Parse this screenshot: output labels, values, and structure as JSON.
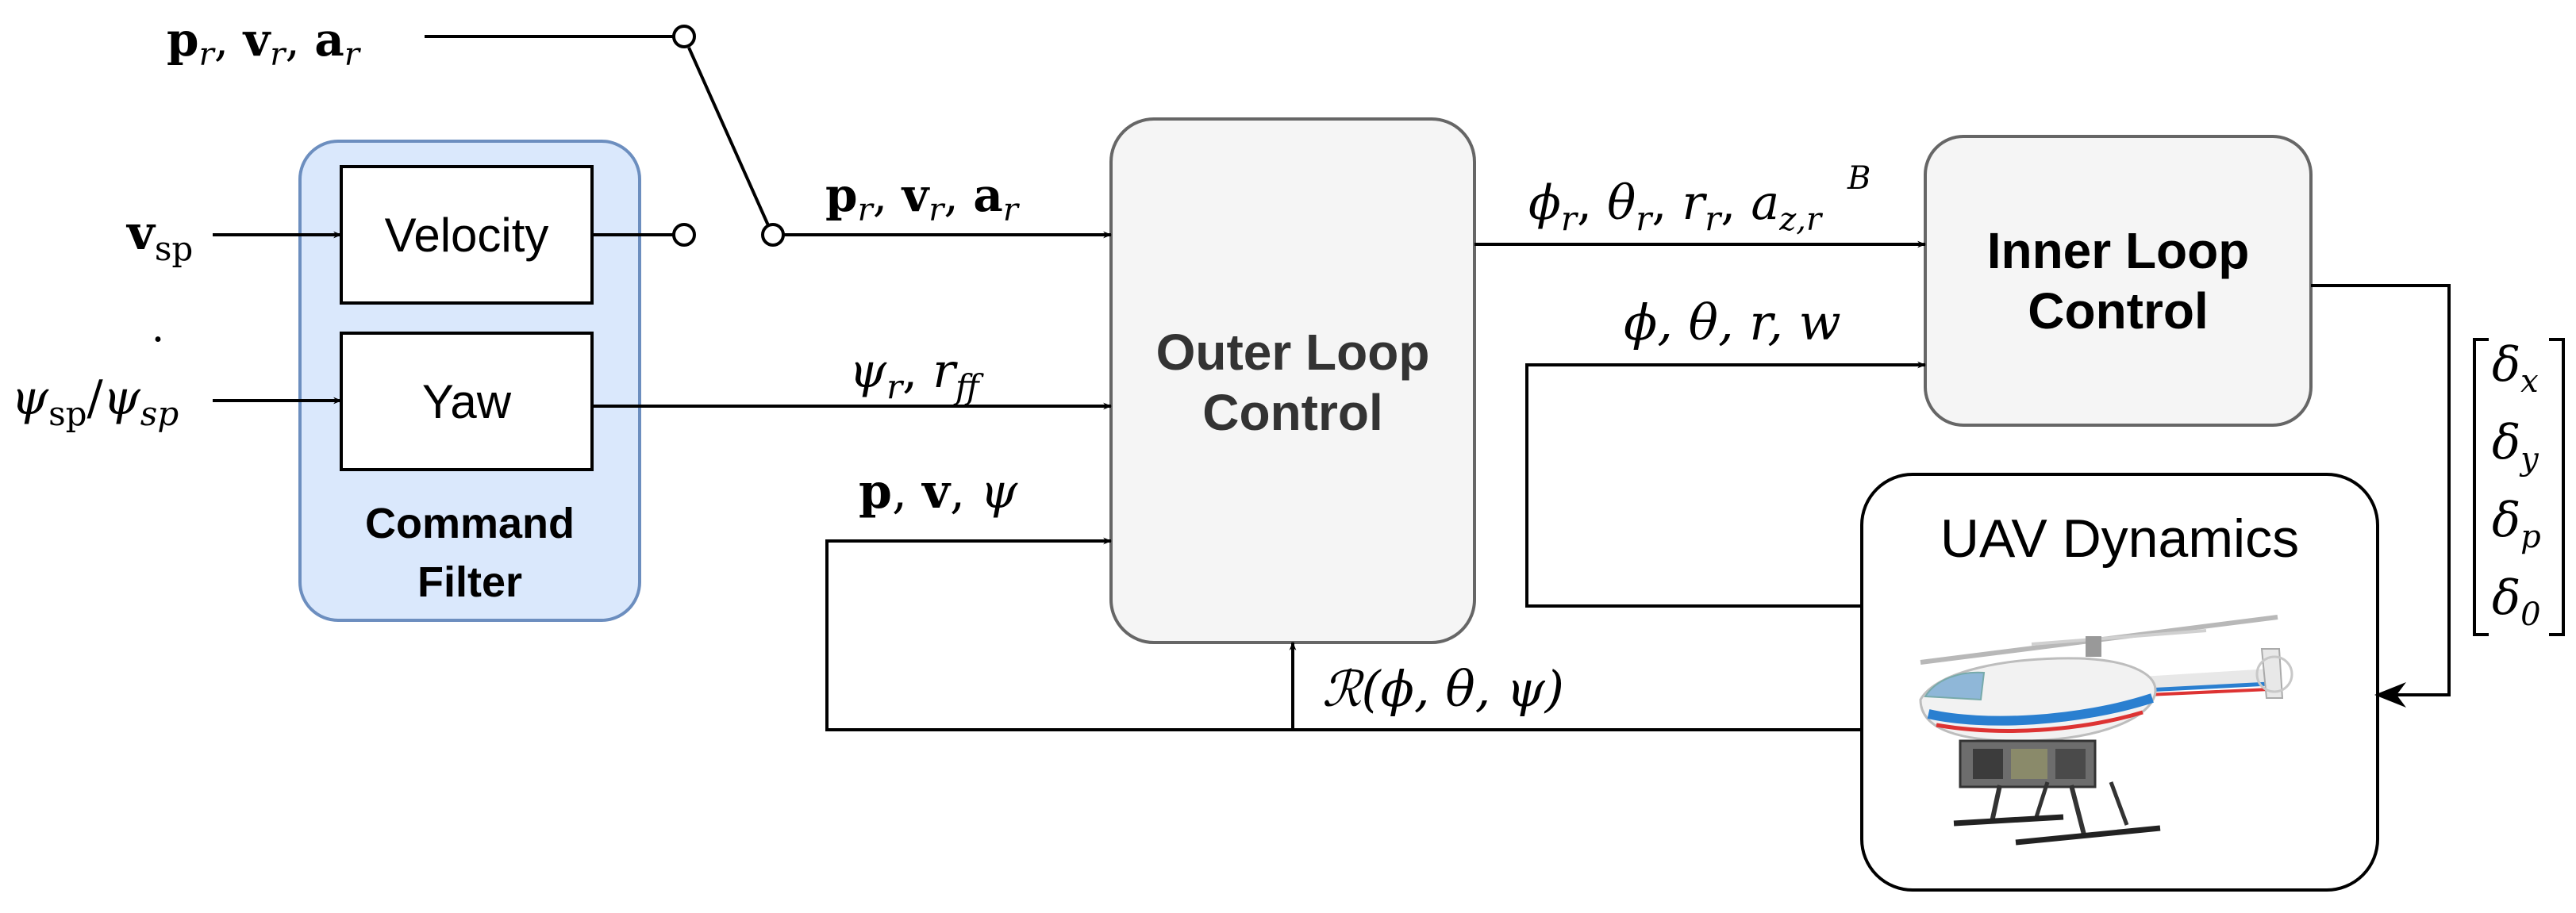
{
  "colors": {
    "command_filter_fill": "#dae8fc",
    "command_filter_stroke": "#6c8ebf",
    "control_fill": "#f5f5f5",
    "control_stroke": "#666666",
    "line": "#000000"
  },
  "blocks": {
    "command_filter": {
      "line1": "Command",
      "line2": "Filter"
    },
    "velocity": "Velocity",
    "yaw": "Yaw",
    "outer_loop": {
      "line1": "Outer Loop",
      "line2": "Control"
    },
    "inner_loop": {
      "line1": "Inner Loop",
      "line2": "Control"
    },
    "uav_dynamics": "UAV Dynamics"
  },
  "signals": {
    "ref_top": {
      "a": "p",
      "a_sub": "r",
      "b": "v",
      "b_sub": "r",
      "c": "a",
      "c_sub": "r"
    },
    "ref_mid": {
      "a": "p",
      "a_sub": "r",
      "b": "v",
      "b_sub": "r",
      "c": "a",
      "c_sub": "r"
    },
    "v_sp": {
      "base": "v",
      "sub": "sp"
    },
    "psi_sp": {
      "base": "ψ",
      "sub": "sp",
      "sep": "/",
      "dot_base": "ψ",
      "dot_sub": "sp",
      "dot": "˙"
    },
    "psi_r_rff": {
      "a": "ψ",
      "a_sub": "r",
      "b": "r",
      "b_sub": "ff"
    },
    "p_v_psi": {
      "a": "p",
      "b": "v",
      "c": "ψ"
    },
    "outer_out": {
      "a": "ϕ",
      "a_sub": "r",
      "b": "θ",
      "b_sub": "r",
      "c": "r",
      "c_sub": "r",
      "d": "a",
      "d_sub": "z,r",
      "d_sup": "B"
    },
    "inner_fb": {
      "text": "ϕ, θ, r, w"
    },
    "rotation": {
      "text": "ℛ(ϕ, θ, ψ)"
    },
    "deltas": [
      {
        "base": "δ",
        "sub": "x"
      },
      {
        "base": "δ",
        "sub": "y"
      },
      {
        "base": "δ",
        "sub": "p"
      },
      {
        "base": "δ",
        "sub": "0"
      }
    ],
    "comma": ", "
  },
  "icons": {
    "helicopter": "helicopter-icon",
    "switch": "switch-icon"
  }
}
